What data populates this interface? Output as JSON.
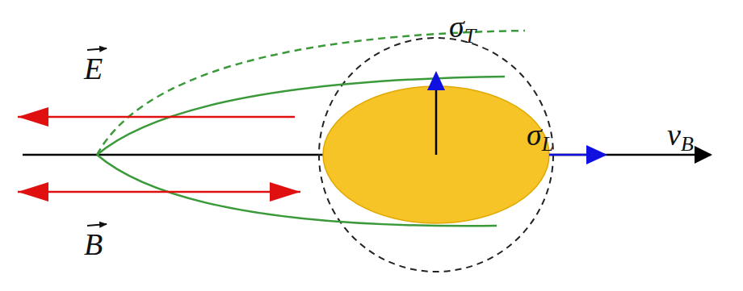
{
  "diagram": {
    "labels": [
      "E",
      "B",
      "σT",
      "σL",
      "vB"
    ]
  }
}
